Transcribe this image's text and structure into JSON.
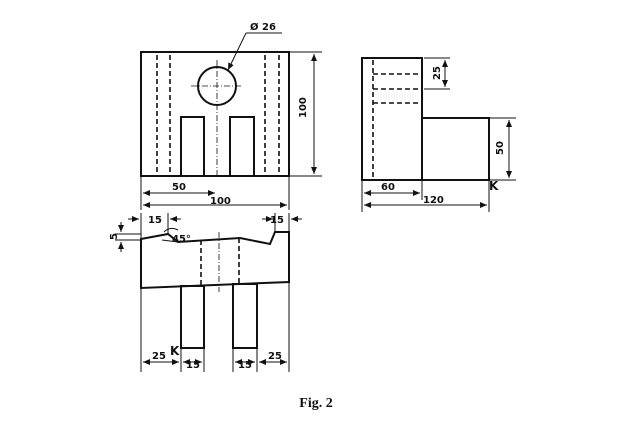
{
  "caption": "Fig. 2",
  "front_view": {
    "hole_dia": "Ø 26",
    "height": "100",
    "half_width": "50",
    "width": "100"
  },
  "side_view": {
    "slot_depth": "25",
    "step_height": "50",
    "base_depth": "60",
    "total_depth": "120",
    "point": "K"
  },
  "top_view": {
    "left_step": "15",
    "right_step": "15",
    "chamfer_height": "5",
    "chamfer_angle": "45°",
    "left_offset": "25",
    "leg_left_width": "15",
    "leg_right_width": "15",
    "right_offset": "25",
    "point": "K"
  }
}
